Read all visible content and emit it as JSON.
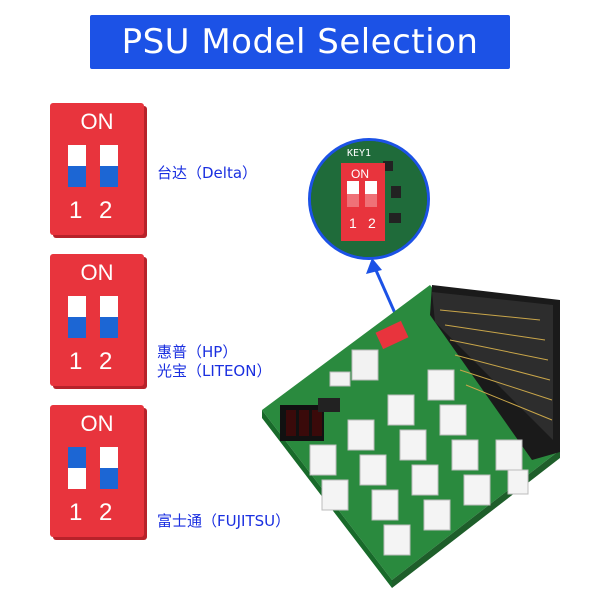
{
  "title": "PSU Model Selection",
  "dip_on_label": "ON",
  "dip_numbers": [
    "1",
    "2"
  ],
  "options": [
    {
      "switch1": "off",
      "switch2": "off",
      "labels": [
        "台达（Delta）"
      ]
    },
    {
      "switch1": "off",
      "switch2": "off",
      "labels": [
        "惠普（HP）",
        "光宝（LITEON）"
      ]
    },
    {
      "switch1": "on",
      "switch2": "off",
      "labels": [
        "富士通（FUJITSU）"
      ]
    }
  ],
  "zoom_key_label": "KEY1",
  "colors": {
    "title_bg": "#1c52e6",
    "dip_red": "#e8343d",
    "switch_blue": "#1c66d4",
    "label_blue": "#1a2fe0",
    "pcb_green": "#1f6b3a"
  }
}
